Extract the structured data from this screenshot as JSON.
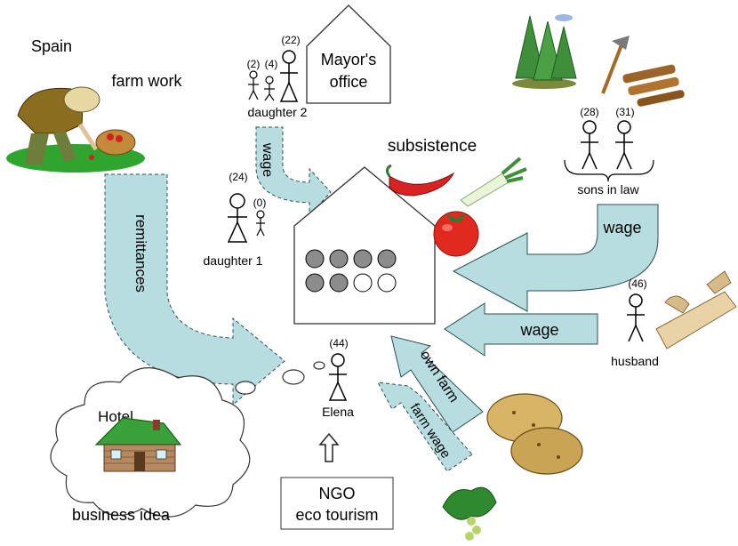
{
  "places": {
    "spain": "Spain",
    "mayors_office": [
      "Mayor's",
      "office"
    ]
  },
  "activities": {
    "farm_work": "farm work",
    "subsistence": "subsistence",
    "business_idea": "business idea",
    "hotel": "Hotel"
  },
  "flows": {
    "remittances": "remittances",
    "wage_daughter2": "wage",
    "wage_sons_in_law": "wage",
    "wage_husband": "wage",
    "own_farm": "own farm",
    "farm_wage": "farm wage"
  },
  "people": {
    "daughter2": {
      "label": "daughter 2",
      "age_main": "(22)",
      "age_child1": "(2)",
      "age_child2": "(4)"
    },
    "daughter1": {
      "label": "daughter 1",
      "age_main": "(24)",
      "age_child": "(0)"
    },
    "sons_in_law": {
      "label": "sons in law",
      "age1": "(28)",
      "age2": "(31)"
    },
    "husband": {
      "label": "husband",
      "age": "(46)"
    },
    "elena": {
      "label": "Elena",
      "age": "(44)"
    }
  },
  "ngo": [
    "NGO",
    "eco tourism"
  ],
  "household": {
    "filled": 6,
    "total": 8,
    "filled_color": "#8c8c8c",
    "empty_color": "#ffffff"
  },
  "colors": {
    "arrow_fill": "#b7dde1",
    "arrow_stroke": "#2f4f4f",
    "house_stroke": "#333333"
  }
}
